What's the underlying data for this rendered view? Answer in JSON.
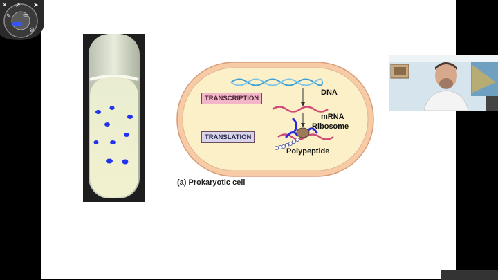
{
  "diagram": {
    "transcription_label": "TRANSCRIPTION",
    "translation_label": "TRANSLATION",
    "dna_label": "DNA",
    "mrna_label": "mRNA",
    "ribosome_label": "Ribosome",
    "polypeptide_label": "Polypeptide",
    "caption": "(a) Prokaryotic cell"
  },
  "colors": {
    "dna": "#3aa0d8",
    "mrna": "#d04a78",
    "colony": "#2233ee",
    "transcription_box": "#f2b6c8",
    "translation_box": "#d8d4ec",
    "cell_fill": "#fbf0c8",
    "cell_wall": "#f6cba6"
  },
  "toolbar": {
    "icons": [
      "close-icon",
      "share-icon",
      "cursor-icon",
      "pen-icon",
      "eraser-icon",
      "highlighter-icon",
      "settings-icon"
    ]
  }
}
